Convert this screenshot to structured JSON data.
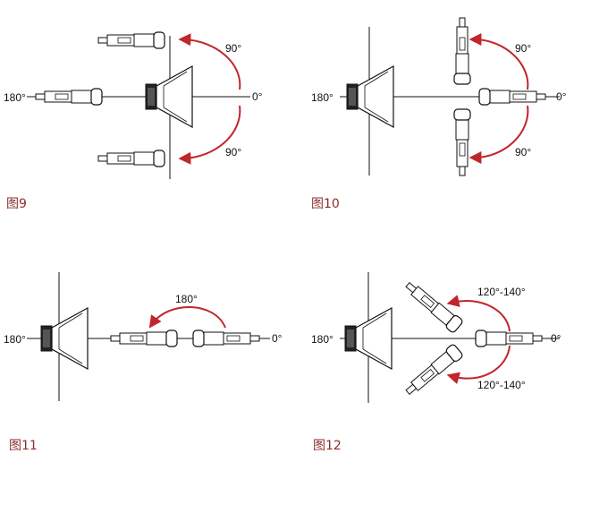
{
  "figures": [
    {
      "id": "fig9",
      "label": "图9",
      "angles": {
        "left": "180°",
        "right": "0°",
        "top": "90°",
        "bottom": "90°"
      }
    },
    {
      "id": "fig10",
      "label": "图10",
      "angles": {
        "left": "180°",
        "right": "0°",
        "top": "90°",
        "bottom": "90°"
      }
    },
    {
      "id": "fig11",
      "label": "图11",
      "angles": {
        "left": "180°",
        "right": "0°",
        "arc": "180°"
      }
    },
    {
      "id": "fig12",
      "label": "图12",
      "angles": {
        "left": "180°",
        "right": "0°",
        "top": "120°-140°",
        "bottom": "120°-140°"
      }
    }
  ],
  "colors": {
    "arrow": "#c0262b",
    "label": "#8a2d2d",
    "line": "#111111"
  },
  "icons": [
    "speaker-icon",
    "microphone-icon"
  ]
}
